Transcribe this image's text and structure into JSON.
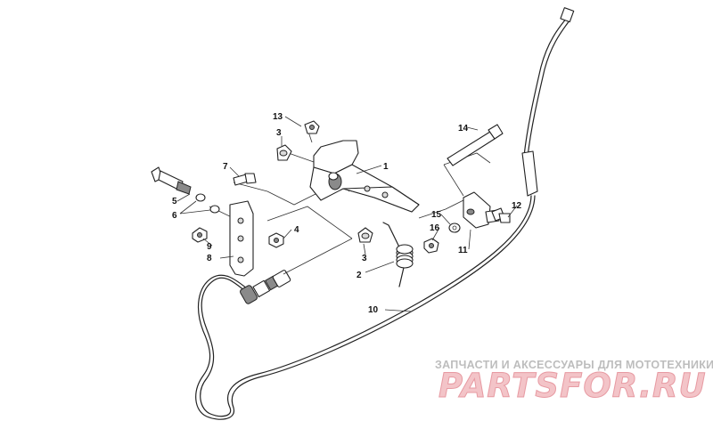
{
  "callouts": {
    "c1": "1",
    "c2": "2",
    "c3a": "3",
    "c3b": "3",
    "c4": "4",
    "c5": "5",
    "c6": "6",
    "c7": "7",
    "c8": "8",
    "c9": "9",
    "c10": "10",
    "c11": "11",
    "c12": "12",
    "c13": "13",
    "c14": "14",
    "c15": "15",
    "c16": "16"
  },
  "watermark": {
    "tagline": "ЗАПЧАСТИ И АКСЕССУАРЫ ДЛЯ МОТОТЕХНИКИ",
    "logo": "PARTSFOR.RU"
  },
  "colors": {
    "line": "#222222",
    "watermark_text": "#bdbdbd",
    "watermark_logo": "#f3c4c8"
  }
}
